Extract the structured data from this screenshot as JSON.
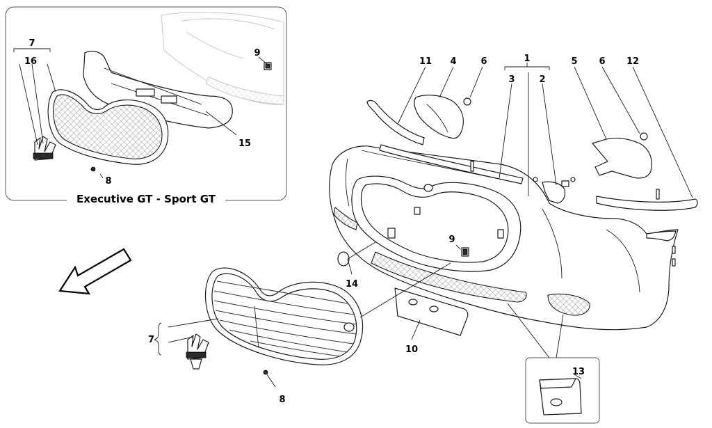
{
  "inset": {
    "caption": "Executive GT - Sport GT"
  },
  "callouts": {
    "c1": "1",
    "c2": "2",
    "c3": "3",
    "c4": "4",
    "c5": "5",
    "c6a": "6",
    "c6b": "6",
    "c7a": "7",
    "c7b": "7",
    "c8a": "8",
    "c8b": "8",
    "c9a": "9",
    "c9b": "9",
    "c10": "10",
    "c11": "11",
    "c12": "12",
    "c13": "13",
    "c14": "14",
    "c15": "15",
    "c16": "16"
  },
  "colors": {
    "line": "#1a1a1a",
    "ghost": "#c8c8c8",
    "background": "#ffffff"
  },
  "icons": {
    "direction": "arrow-icon"
  }
}
